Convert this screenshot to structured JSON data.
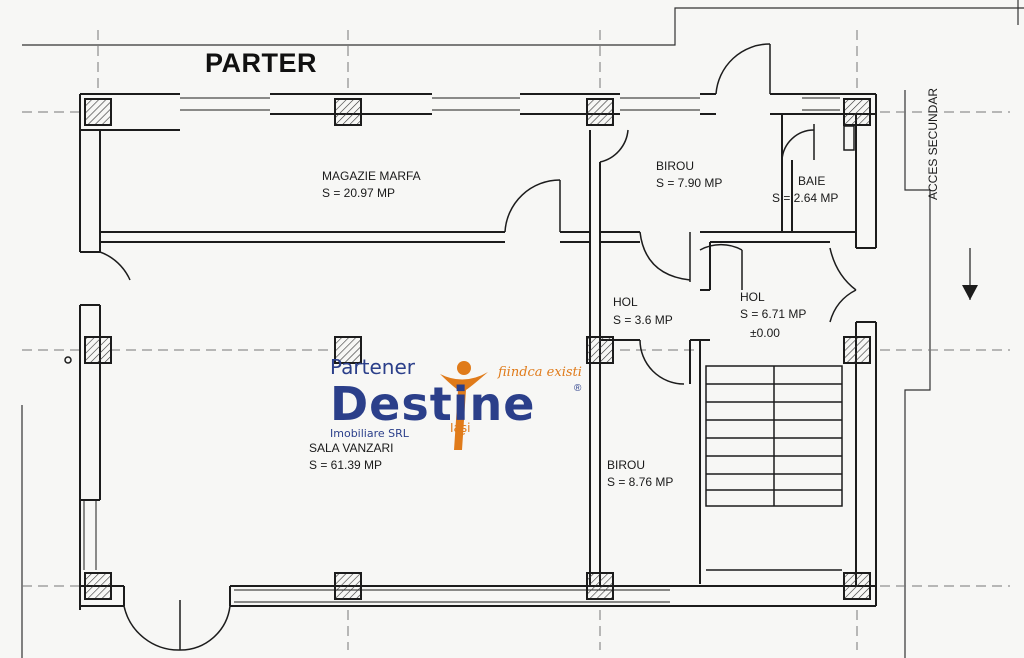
{
  "plan": {
    "floor_title": "PARTER",
    "access_label": "ACCES SECUNDAR",
    "rooms": [
      {
        "name": "MAGAZIE MARFA",
        "area": "S = 20.97 MP"
      },
      {
        "name": "BIROU",
        "area": "S = 7.90 MP"
      },
      {
        "name": "BAIE",
        "area": "S = 2.64 MP"
      },
      {
        "name": "HOL",
        "area": "S = 3.6 MP"
      },
      {
        "name": "HOL",
        "area": "S = 6.71 MP",
        "extra": "±0.00"
      },
      {
        "name": "SALA VANZARI",
        "area": "S = 61.39 MP"
      },
      {
        "name": "BIROU",
        "area": "S = 8.76 MP"
      }
    ]
  },
  "watermark": {
    "partener": "Partener",
    "brand": "Destine",
    "tagline": "fiindca existi",
    "company": "Imobiliare SRL",
    "city": "Iași",
    "registered": "®"
  },
  "colors": {
    "wall": "#1c1c1c",
    "column_fill": "#bdbdbd",
    "brand_blue": "#2b3f8a",
    "brand_orange": "#e07b1a"
  }
}
